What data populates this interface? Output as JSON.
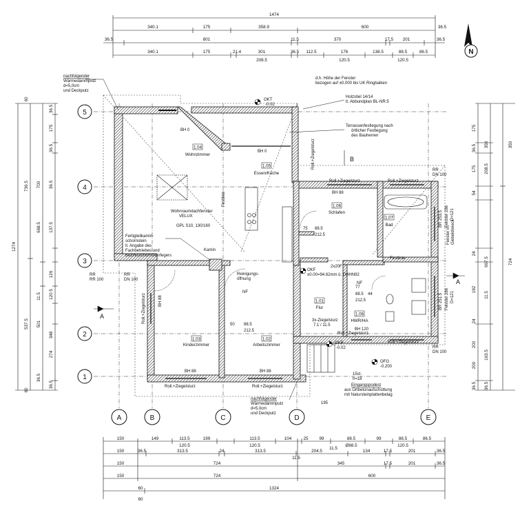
{
  "dims": {
    "top": {
      "total": "1474",
      "r2": [
        "340.1",
        "175",
        "358.9",
        "600",
        "36.5"
      ],
      "r3": [
        "36.5",
        "801",
        "11.5",
        "370",
        "17.5",
        "201",
        "36.5"
      ],
      "r4": [
        "340.1",
        "175",
        "21.4",
        "301",
        "36.5",
        "112.5",
        "176",
        "138.5",
        "88.5",
        "86.5"
      ],
      "r4b": [
        "208.5",
        "120.5",
        "120.5"
      ]
    },
    "bottom": {
      "total": "1324",
      "r1": [
        "150",
        "149",
        "113.5",
        "199",
        "113.5",
        "104",
        "25",
        "99",
        "88.5",
        "99",
        "88.5",
        "86.5"
      ],
      "r1b": [
        "120.5",
        "120.5",
        "Ø88.5",
        "120.5"
      ],
      "r2": [
        "150",
        "36.5",
        "313.5",
        "24",
        "313.5",
        "11.5",
        "204.5",
        "134",
        "17.5",
        "201",
        "36.5"
      ],
      "r2b": [
        "11.5"
      ],
      "r3": [
        "150",
        "724",
        "345",
        "17.5",
        "201",
        "36.5"
      ],
      "r4": [
        "150",
        "724",
        "600"
      ],
      "r5": [
        "60",
        "60"
      ]
    },
    "left": {
      "total": "1274",
      "c2": [
        "736.5",
        "537.5",
        "60",
        "60"
      ],
      "c3": [
        "700",
        "668.5",
        "11.5",
        "501",
        "36.5",
        "60"
      ],
      "c4": [
        "36.5",
        "175",
        "36.5",
        "137.5",
        "126",
        "120.5",
        "348",
        "274",
        "36.5"
      ]
    },
    "right": {
      "c1": [
        "175",
        "36.5",
        "175",
        "54",
        "24",
        "192",
        "24",
        "200",
        "200",
        "36.5"
      ],
      "c2": [
        "350",
        "208.5",
        "667.5",
        "11.5",
        "163.5",
        "36.5"
      ],
      "c3": [
        "350",
        "724"
      ]
    }
  },
  "grid": {
    "rows": [
      "5",
      "4",
      "3",
      "2",
      "1"
    ],
    "cols": [
      "A",
      "B",
      "C",
      "D",
      "E"
    ]
  },
  "north": "N",
  "rooms": {
    "wohnzimmer": {
      "num": "1.04",
      "name": "Wohnzimmer"
    },
    "essen": {
      "num": "1.05",
      "name": "Essen/Küche"
    },
    "schlafen": {
      "num": "1.06",
      "name": "Schlafen"
    },
    "bad": {
      "num": "1.07",
      "name": "Bad"
    },
    "flur": {
      "num": "1.01",
      "name": "Flur"
    },
    "hwr": {
      "num": "1.06",
      "name": "HWR/HA"
    },
    "kinder": {
      "num": "1.03",
      "name": "Kinderzimmer"
    },
    "arbeit": {
      "num": "1.02",
      "name": "Arbeitszimmer"
    }
  },
  "notes": {
    "daemm_top": [
      "nachfolgender",
      "Wärmedämmputz",
      "d=5,0cm",
      "und Deckputz"
    ],
    "daemm_bottom": [
      "nachfolgender",
      "Wärmedämmputz",
      "d=5,0cm",
      "und Deckputz"
    ],
    "fenster_hoehe": [
      "d.h. Höhe der Fenster",
      "bezogen auf ±0.000 bis UK Ringbalken"
    ],
    "holzstiel": [
      "Holzstiel 14/14",
      "lt. Abbundplan BL-NR:5"
    ],
    "terrassen": [
      "Terrassenfestlegung nach",
      "örtlicher Festlegung",
      "des Bauherren"
    ],
    "wohnraum": [
      "Wohnraumdachfenster",
      "VELUX",
      "GPL S10, 130/160"
    ],
    "fertigteil": [
      "Fertigteilkamin-",
      "schornstein",
      "lt. Angabe des",
      "Fachbetriebes und",
      "Bezirksschornsteinfegers"
    ],
    "reinigung": [
      "Reinigungs-",
      "öffnung"
    ],
    "okf_mid": [
      "OKF",
      "±0.00=94.62mm ü. DHHN92"
    ],
    "eingang": [
      "Eingangspodest",
      "aus Ortbetonaufschüttung",
      "mit Natursteinplattenbelag"
    ],
    "giebel": [
      "Fenster im",
      "Giebeldreieck"
    ]
  },
  "levels": {
    "okt": [
      "OKT",
      "-0.02"
    ],
    "okp": [
      "OKP",
      "-0.02"
    ],
    "ofg": [
      "OFG",
      "-0.200"
    ]
  },
  "tags": {
    "bh0": "BH 0",
    "bh88": "BH 88",
    "bh120": "BH 120",
    "rollziegel": "Roll.+Ziegelsturz",
    "rr": "RR",
    "dn100": "DN 100",
    "kamin": "Kamin",
    "firstlinie": "Firstlinie",
    "nf": "NF",
    "stufen": [
      "15st.",
      "h=18"
    ],
    "zziegel": "2x20F",
    "dreiziegel": [
      "3x-Ziegelsturz",
      "7.1 / 11.5"
    ],
    "schnitt": "A",
    "schnittB": "B",
    "dim195": "195",
    "dim885": "88.5",
    "dim2125": "212.5",
    "dim75": "75",
    "dim50": "50",
    "dim77": "77",
    "dim44": "44",
    "dim24": "24",
    "fenster286": "Fenster 286",
    "d121": "D=121",
    "r2533": "BR 253.5",
    "r2515": "BR 251.5",
    "ru1": "RR 100"
  }
}
